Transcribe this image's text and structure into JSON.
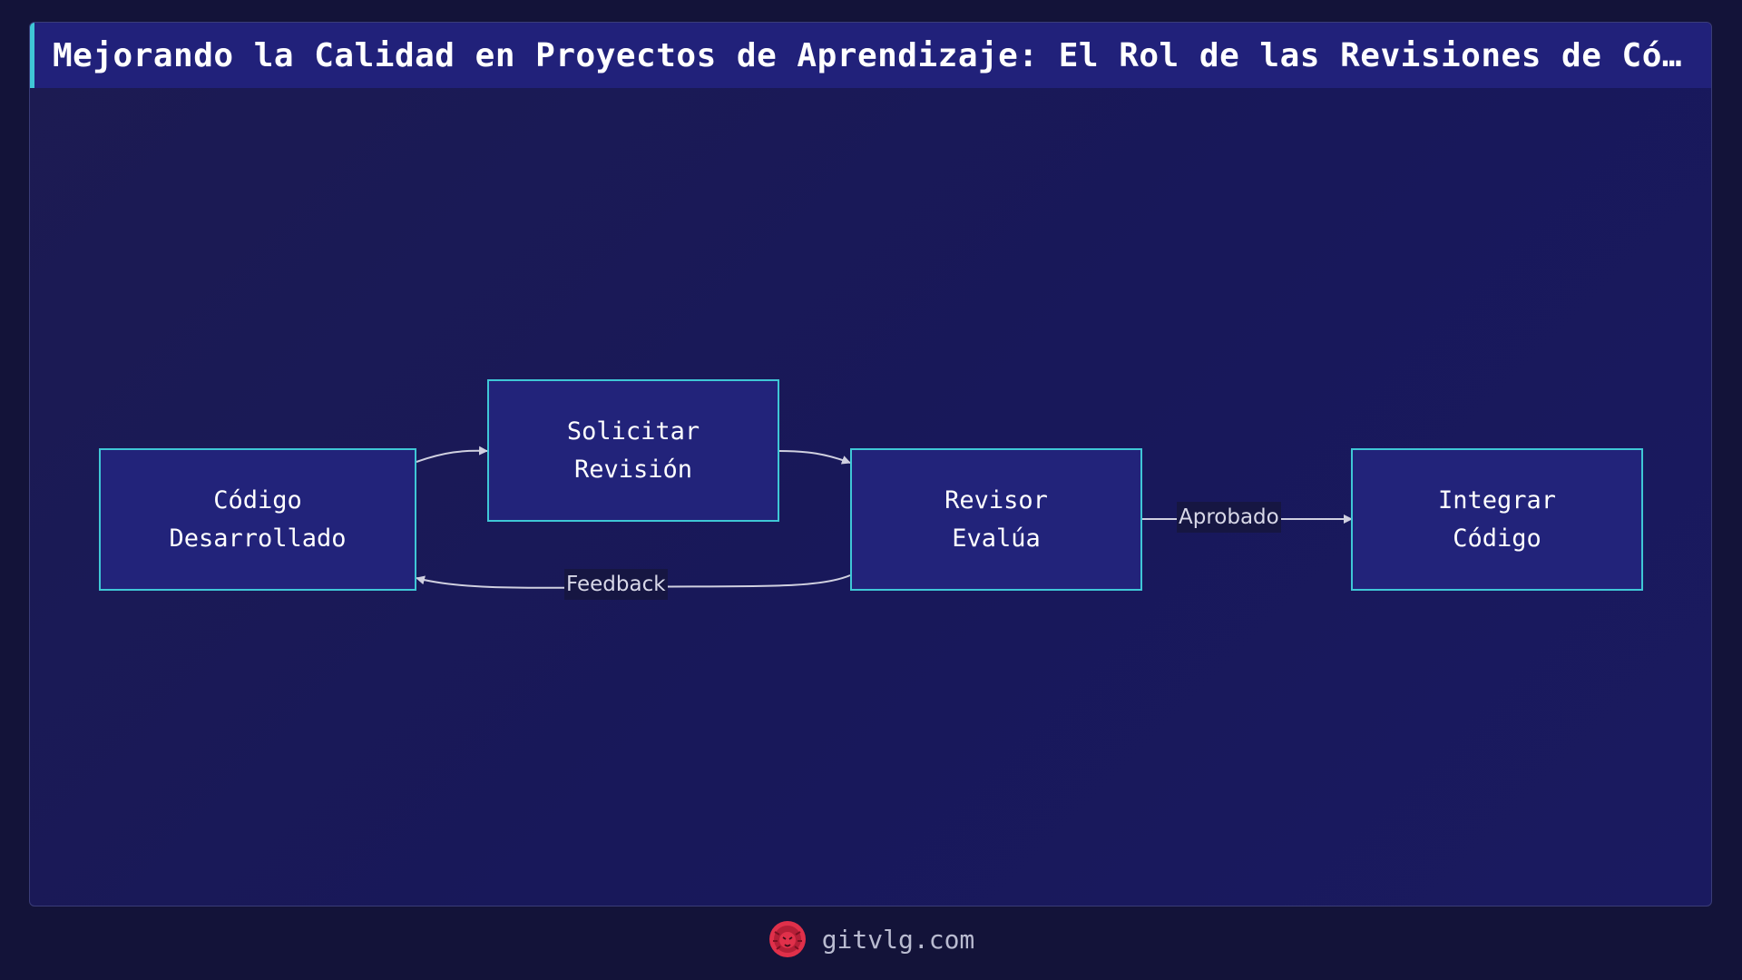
{
  "title": "Mejorando la Calidad en Proyectos de Aprendizaje: El Rol de las Revisiones de Código",
  "diagram": {
    "nodes": [
      {
        "id": "codigo",
        "label": "Código\nDesarrollado"
      },
      {
        "id": "solicitar",
        "label": "Solicitar\nRevisión"
      },
      {
        "id": "revisor",
        "label": "Revisor\nEvalúa"
      },
      {
        "id": "integrar",
        "label": "Integrar\nCódigo"
      }
    ],
    "edges": [
      {
        "from": "codigo",
        "to": "solicitar",
        "label": ""
      },
      {
        "from": "solicitar",
        "to": "revisor",
        "label": ""
      },
      {
        "from": "revisor",
        "to": "codigo",
        "label": "Feedback"
      },
      {
        "from": "revisor",
        "to": "integrar",
        "label": "Aprobado"
      }
    ]
  },
  "footer": {
    "site": "gitvlg.com",
    "logo_icon": "lion-logo-icon"
  },
  "colors": {
    "background": "#131339",
    "panel": "#1c1b52",
    "title_bar": "#21217a",
    "accent": "#3fc7d6",
    "node_fill": "#22237a",
    "edge": "#d0d0e0",
    "logo": "#e0304a"
  }
}
